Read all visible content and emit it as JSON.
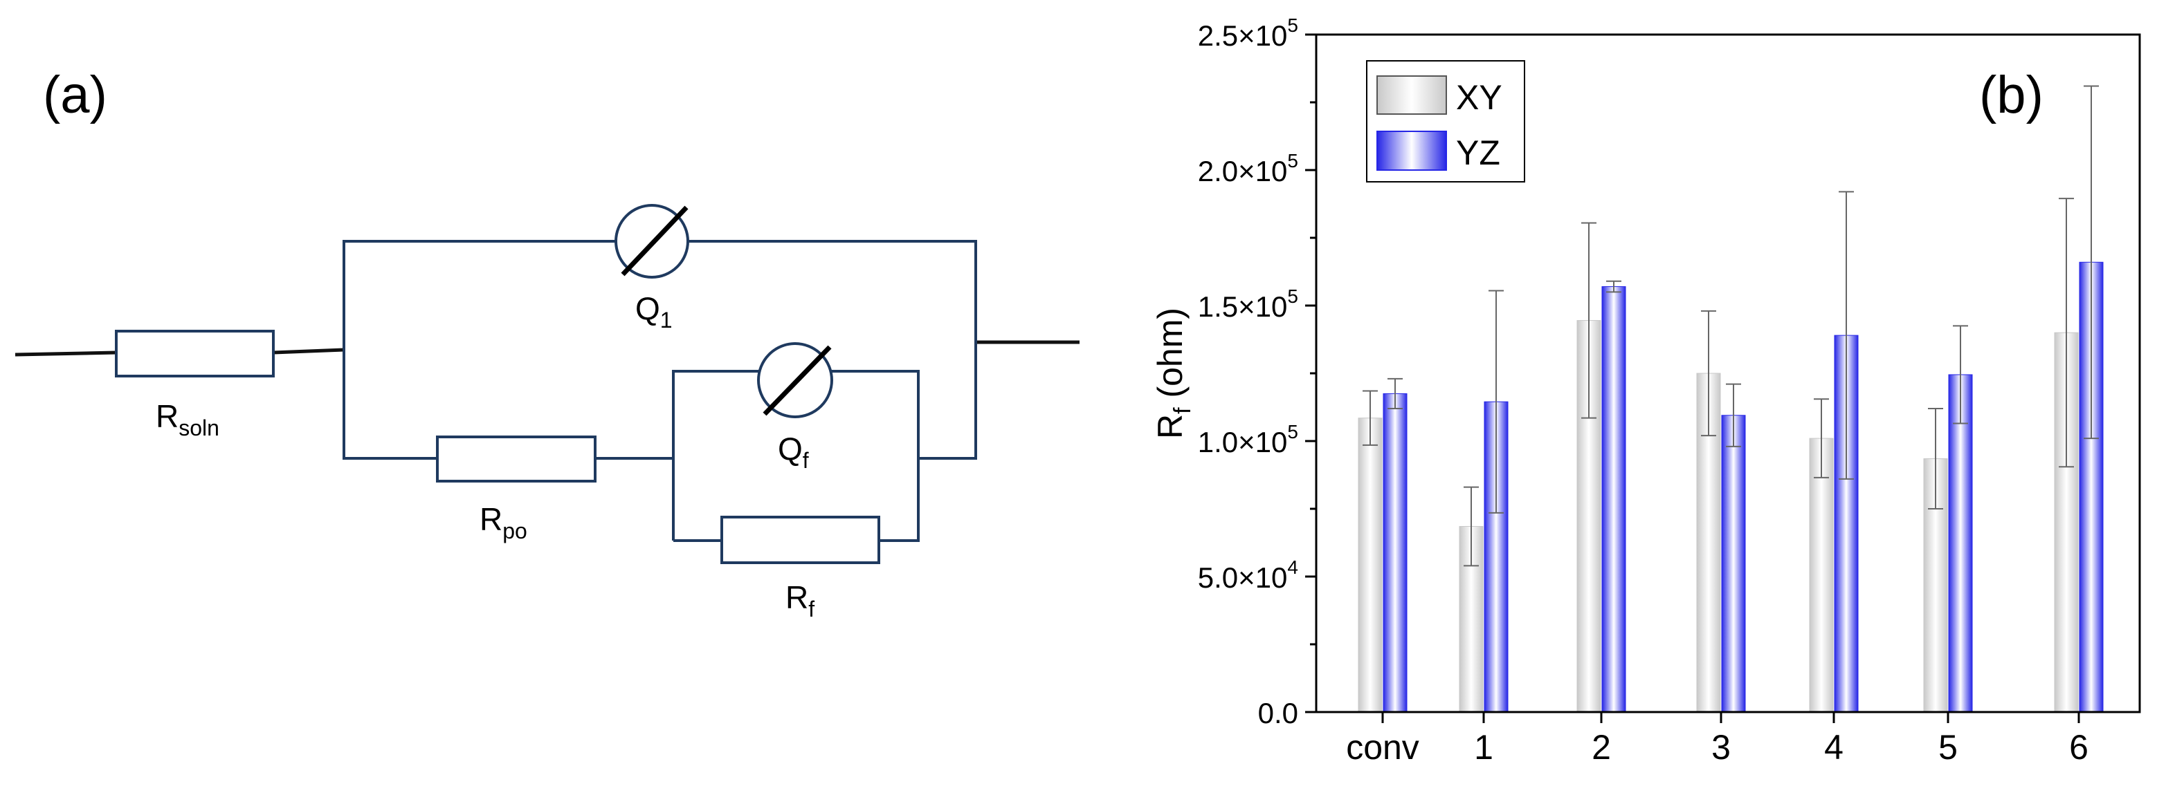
{
  "panel_a": {
    "tag": "(a)",
    "components": {
      "r_soln": {
        "main": "R",
        "sub": "soln"
      },
      "q1": {
        "main": "Q",
        "sub": "1"
      },
      "r_po": {
        "main": "R",
        "sub": "po"
      },
      "qf": {
        "main": "Q",
        "sub": "f"
      },
      "rf": {
        "main": "R",
        "sub": "f"
      }
    }
  },
  "panel_b": {
    "tag": "(b)",
    "ylabel": {
      "main": "R",
      "sub": "f",
      "rest": " (ohm)"
    }
  },
  "colors": {
    "xy_edge": "#c8c8c8",
    "xy_center": "#ffffff",
    "yz_edge": "#2626e6",
    "yz_center": "#ffffff",
    "axis": "#000000",
    "circuit": "#1f3a5f"
  },
  "chart_data": {
    "type": "bar",
    "categories": [
      "conv",
      "1",
      "2",
      "3",
      "4",
      "5",
      "6"
    ],
    "ylim": [
      0,
      250000
    ],
    "yticks": [
      {
        "value": 0,
        "label": "0.0"
      },
      {
        "value": 50000,
        "mant": "5.0×10",
        "exp": "4"
      },
      {
        "value": 100000,
        "mant": "1.0×10",
        "exp": "5"
      },
      {
        "value": 150000,
        "mant": "1.5×10",
        "exp": "5"
      },
      {
        "value": 200000,
        "mant": "2.0×10",
        "exp": "5"
      },
      {
        "value": 250000,
        "mant": "2.5×10",
        "exp": "5"
      }
    ],
    "legend_position": "top-left",
    "series": [
      {
        "name": "XY",
        "values": [
          108500,
          68500,
          144500,
          125000,
          101000,
          93500,
          140000
        ],
        "errors": [
          10000,
          14500,
          36000,
          23000,
          14500,
          18500,
          49500
        ]
      },
      {
        "name": "YZ",
        "values": [
          117500,
          114500,
          157000,
          109500,
          139000,
          124500,
          166000
        ],
        "errors": [
          5500,
          41000,
          2000,
          11500,
          53000,
          18000,
          65000
        ]
      }
    ]
  }
}
